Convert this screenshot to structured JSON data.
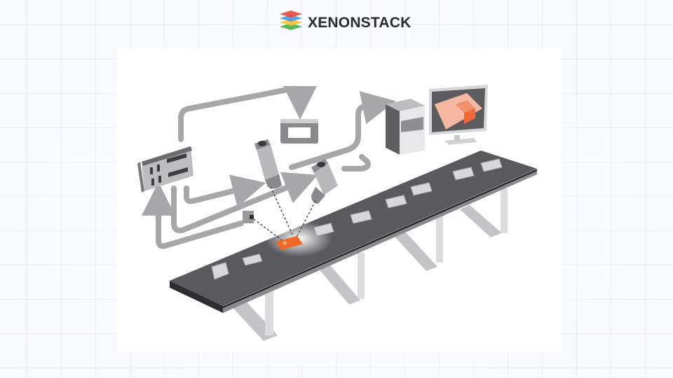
{
  "header": {
    "brand_name": "XENONSTACK",
    "logo_icon": "stacked-layers-icon",
    "logo_layer_colors": [
      "#e8473b",
      "#4a8fe0",
      "#f4c531",
      "#43b04a"
    ]
  },
  "illustration": {
    "subject": "machine-vision-conveyor-inspection",
    "elements": [
      "controller-box",
      "display-terminal",
      "camera-1",
      "camera-2",
      "trigger-sensor",
      "computer-tower",
      "monitor",
      "conveyor-belt",
      "parts",
      "highlighted-defective-part"
    ],
    "colors": {
      "belt": "#5a5a5e",
      "belt_edge": "#2e2e30",
      "arrow": "#a7a7aa",
      "highlight_part": "#f06a24",
      "monitor_screen": "#f6b8a0",
      "monitor_object": "#ee6a3c"
    }
  }
}
